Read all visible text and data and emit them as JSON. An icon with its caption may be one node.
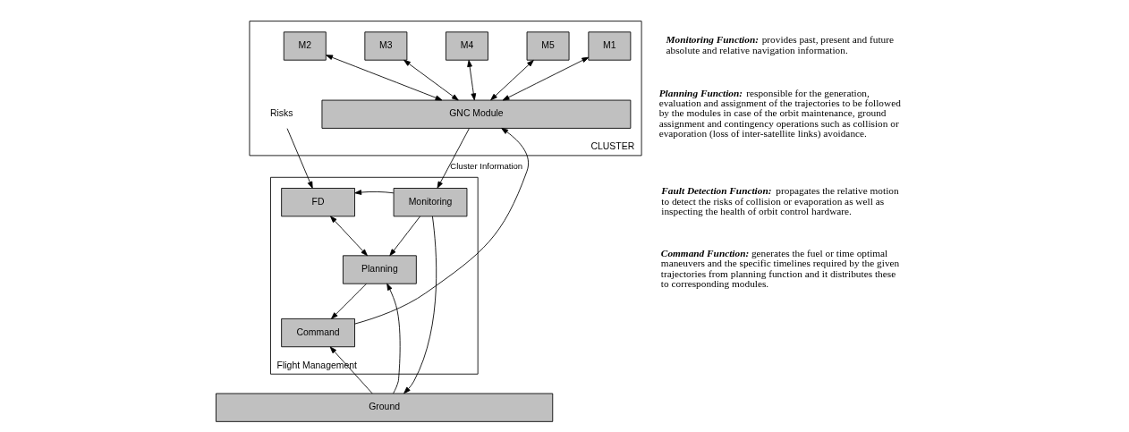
{
  "diagram": {
    "nodes": [
      {
        "text": [
          "CLUSTER"
        ]
      },
      {
        "text": [
          "M1"
        ],
        "in": 0
      },
      {
        "text": [
          "M2"
        ],
        "in": 0
      },
      {
        "text": [
          "M3"
        ],
        "in": 0
      },
      {
        "text": [
          "M4"
        ],
        "in": 0
      },
      {
        "text": [
          "M5"
        ],
        "in": 0
      },
      {
        "text": [
          "GNC Module"
        ],
        "in": 0
      },
      {
        "text": [
          "Risks"
        ],
        "in": 0
      },
      {
        "text": [
          "Flight Management"
        ]
      },
      {
        "text": [
          "FD"
        ],
        "in": 8
      },
      {
        "text": [
          "Monitoring"
        ],
        "in": 8
      },
      {
        "text": [
          "Command"
        ],
        "in": 8
      },
      {
        "text": [
          "Planning"
        ],
        "in": 8
      },
      {
        "text": [
          "Ground"
        ]
      }
    ],
    "edges": [
      {
        "from": 1,
        "to": 6,
        "arrow": "both"
      },
      {
        "from": 2,
        "to": 6,
        "arrow": "both"
      },
      {
        "from": 3,
        "to": 6,
        "arrow": "both"
      },
      {
        "from": 4,
        "to": 6,
        "arrow": "both"
      },
      {
        "from": 5,
        "to": 6,
        "arrow": "both"
      },
      {
        "from": 6,
        "to": 10,
        "arrow": "to",
        "label": "Cluster Information"
      },
      {
        "from": 7,
        "to": 9,
        "arrow": "to"
      },
      {
        "from": 10,
        "to": 9,
        "arrow": "to"
      },
      {
        "from": 10,
        "to": 12,
        "arrow": "to"
      },
      {
        "from": 9,
        "to": 12,
        "arrow": "both"
      },
      {
        "from": 12,
        "to": 11,
        "arrow": "to"
      },
      {
        "from": 11,
        "to": 6,
        "arrow": "to"
      },
      {
        "from": 10,
        "to": 13,
        "arrow": "to"
      },
      {
        "from": 13,
        "to": 12,
        "arrow": "to"
      },
      {
        "from": 13,
        "to": 11,
        "arrow": "to"
      }
    ],
    "labels": [
      "**Monitoring Function:** provides past, present and future absolute and relative navigation information.",
      "**Planning Function:** responsible for the generation, evaluation and assignment of the trajectories to be followed by the modules in case of the orbit maintenance, ground assignment and contingency operations such as collision or evaporation (loss of inter-satellite links) avoidance.",
      "**Fault Detection Function:** propagates the relative motion to detect the risks of collision or evaporation as well as inspecting the health of orbit control hardware.",
      "**Command Function:** generates the fuel or time optimal maneuvers and the specific timelines required by the given trajectories from planning function and it distributes these to corresponding modules."
    ]
  }
}
